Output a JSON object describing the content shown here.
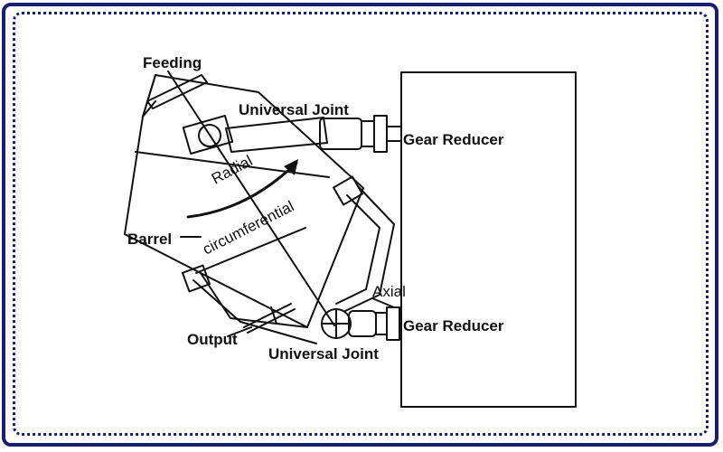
{
  "labels": {
    "feeding": "Feeding",
    "universal_joint_top": "Universal Joint",
    "gear_reducer_top": "Gear Reducer",
    "radial": "Radial",
    "circumferential": "circumferential",
    "barrel": "Barrel",
    "axial": "Axial",
    "gear_reducer_bottom": "Gear Reducer",
    "output": "Output",
    "universal_joint_bottom": "Universal Joint"
  },
  "colors": {
    "frame": "#1a1f6e",
    "line": "#111111"
  }
}
